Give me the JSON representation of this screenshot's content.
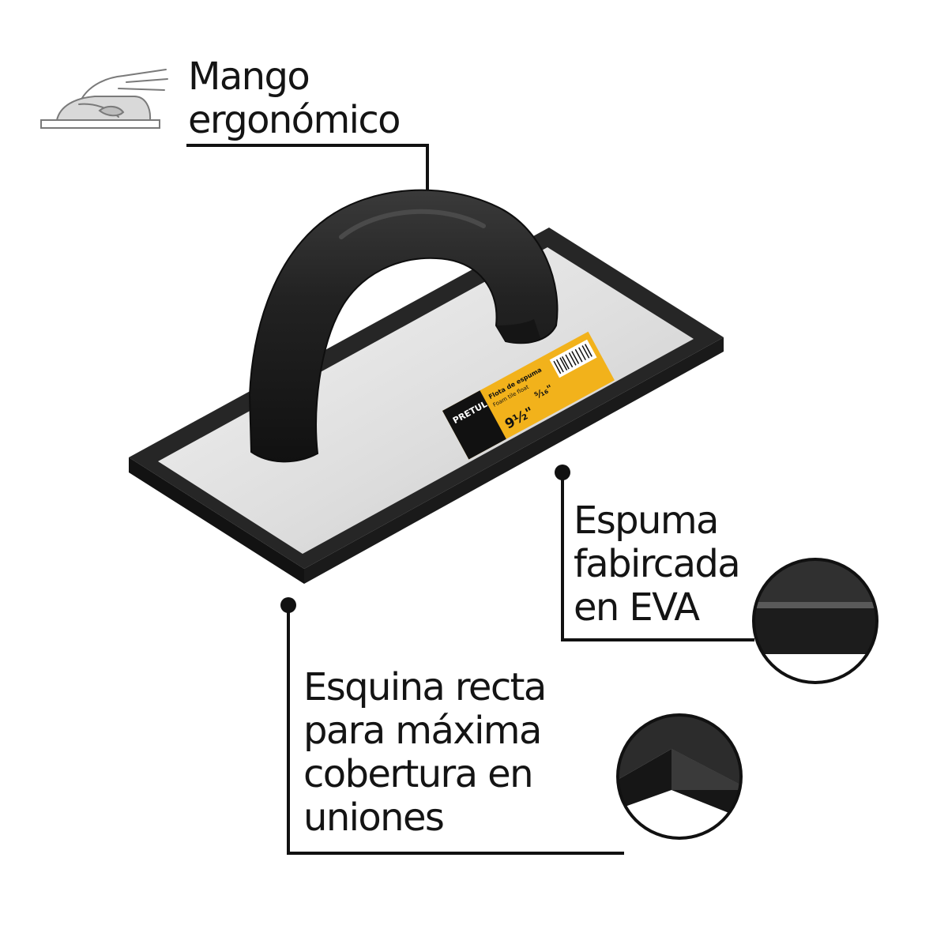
{
  "callouts": {
    "handle": {
      "lines": [
        "Mango",
        "ergonómico"
      ]
    },
    "foam": {
      "lines": [
        "Espuma",
        "fabircada",
        "en EVA"
      ]
    },
    "corner": {
      "lines": [
        "Esquina recta",
        "para máxima",
        "cobertura en",
        "uniones"
      ]
    }
  },
  "product_label": {
    "brand": "PRETUL",
    "name": "Flota de espuma",
    "subtitle": "Foam tile float",
    "size": "9½\"",
    "thickness": "⁵⁄₁₆\""
  },
  "colors": {
    "text": "#141414",
    "foam": "#1f1f1f",
    "handle": "#222222",
    "plate": "#e3e3e3",
    "label": "#f2b21b",
    "leader": "#111111"
  },
  "icons": [
    "hand-grip-icon"
  ]
}
